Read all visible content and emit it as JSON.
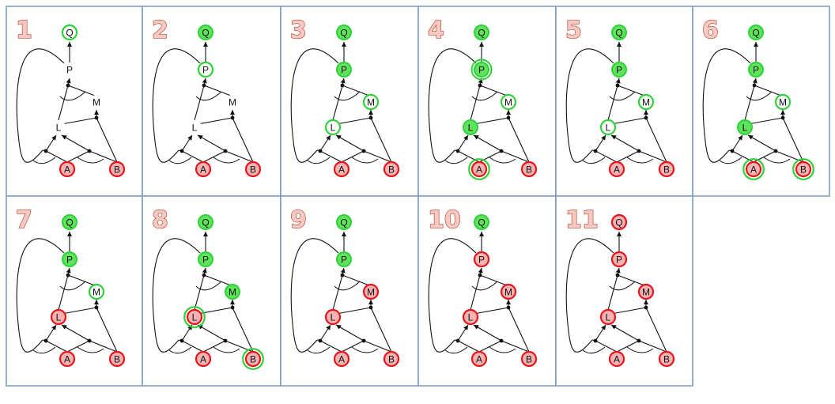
{
  "colors": {
    "panel_border": "#7f9cc0",
    "green_fill": "#5fe35a",
    "green_ring": "#2fd13a",
    "red_fill": "#f5b3b3",
    "red_ring": "#e8141b",
    "step_number_fill": "#f7c9c2",
    "step_number_stroke": "#b5412f"
  },
  "node_names": [
    "Q",
    "P",
    "M",
    "L",
    "A",
    "B"
  ],
  "panels": [
    {
      "step": "1",
      "nodes": {
        "Q": "open-green",
        "P": "plain",
        "M": "plain",
        "L": "plain",
        "A": "red",
        "B": "red"
      }
    },
    {
      "step": "2",
      "nodes": {
        "Q": "green",
        "P": "open-green",
        "M": "plain",
        "L": "plain",
        "A": "red",
        "B": "red"
      }
    },
    {
      "step": "3",
      "nodes": {
        "Q": "green",
        "P": "green",
        "M": "open-green",
        "L": "open-green",
        "A": "red",
        "B": "red"
      }
    },
    {
      "step": "4",
      "nodes": {
        "Q": "green",
        "P": "green-double",
        "M": "open-green",
        "L": "green",
        "A": "red-green-ring",
        "B": "red"
      }
    },
    {
      "step": "5",
      "nodes": {
        "Q": "green",
        "P": "green",
        "M": "open-green",
        "L": "open-green",
        "A": "red",
        "B": "red"
      }
    },
    {
      "step": "6",
      "nodes": {
        "Q": "green",
        "P": "green",
        "M": "open-green",
        "L": "green",
        "A": "red-green-ring",
        "B": "red-green-ring"
      }
    },
    {
      "step": "7",
      "nodes": {
        "Q": "green",
        "P": "green",
        "M": "open-green",
        "L": "red",
        "A": "red",
        "B": "red"
      }
    },
    {
      "step": "8",
      "nodes": {
        "Q": "green",
        "P": "green",
        "M": "green",
        "L": "red-green-ring",
        "A": "red",
        "B": "red-green-ring"
      }
    },
    {
      "step": "9",
      "nodes": {
        "Q": "green",
        "P": "green",
        "M": "red",
        "L": "red",
        "A": "red",
        "B": "red"
      }
    },
    {
      "step": "10",
      "nodes": {
        "Q": "green",
        "P": "red",
        "M": "red",
        "L": "red",
        "A": "red",
        "B": "red"
      }
    },
    {
      "step": "11",
      "nodes": {
        "Q": "red",
        "P": "red",
        "M": "red",
        "L": "red",
        "A": "red",
        "B": "red"
      }
    }
  ]
}
